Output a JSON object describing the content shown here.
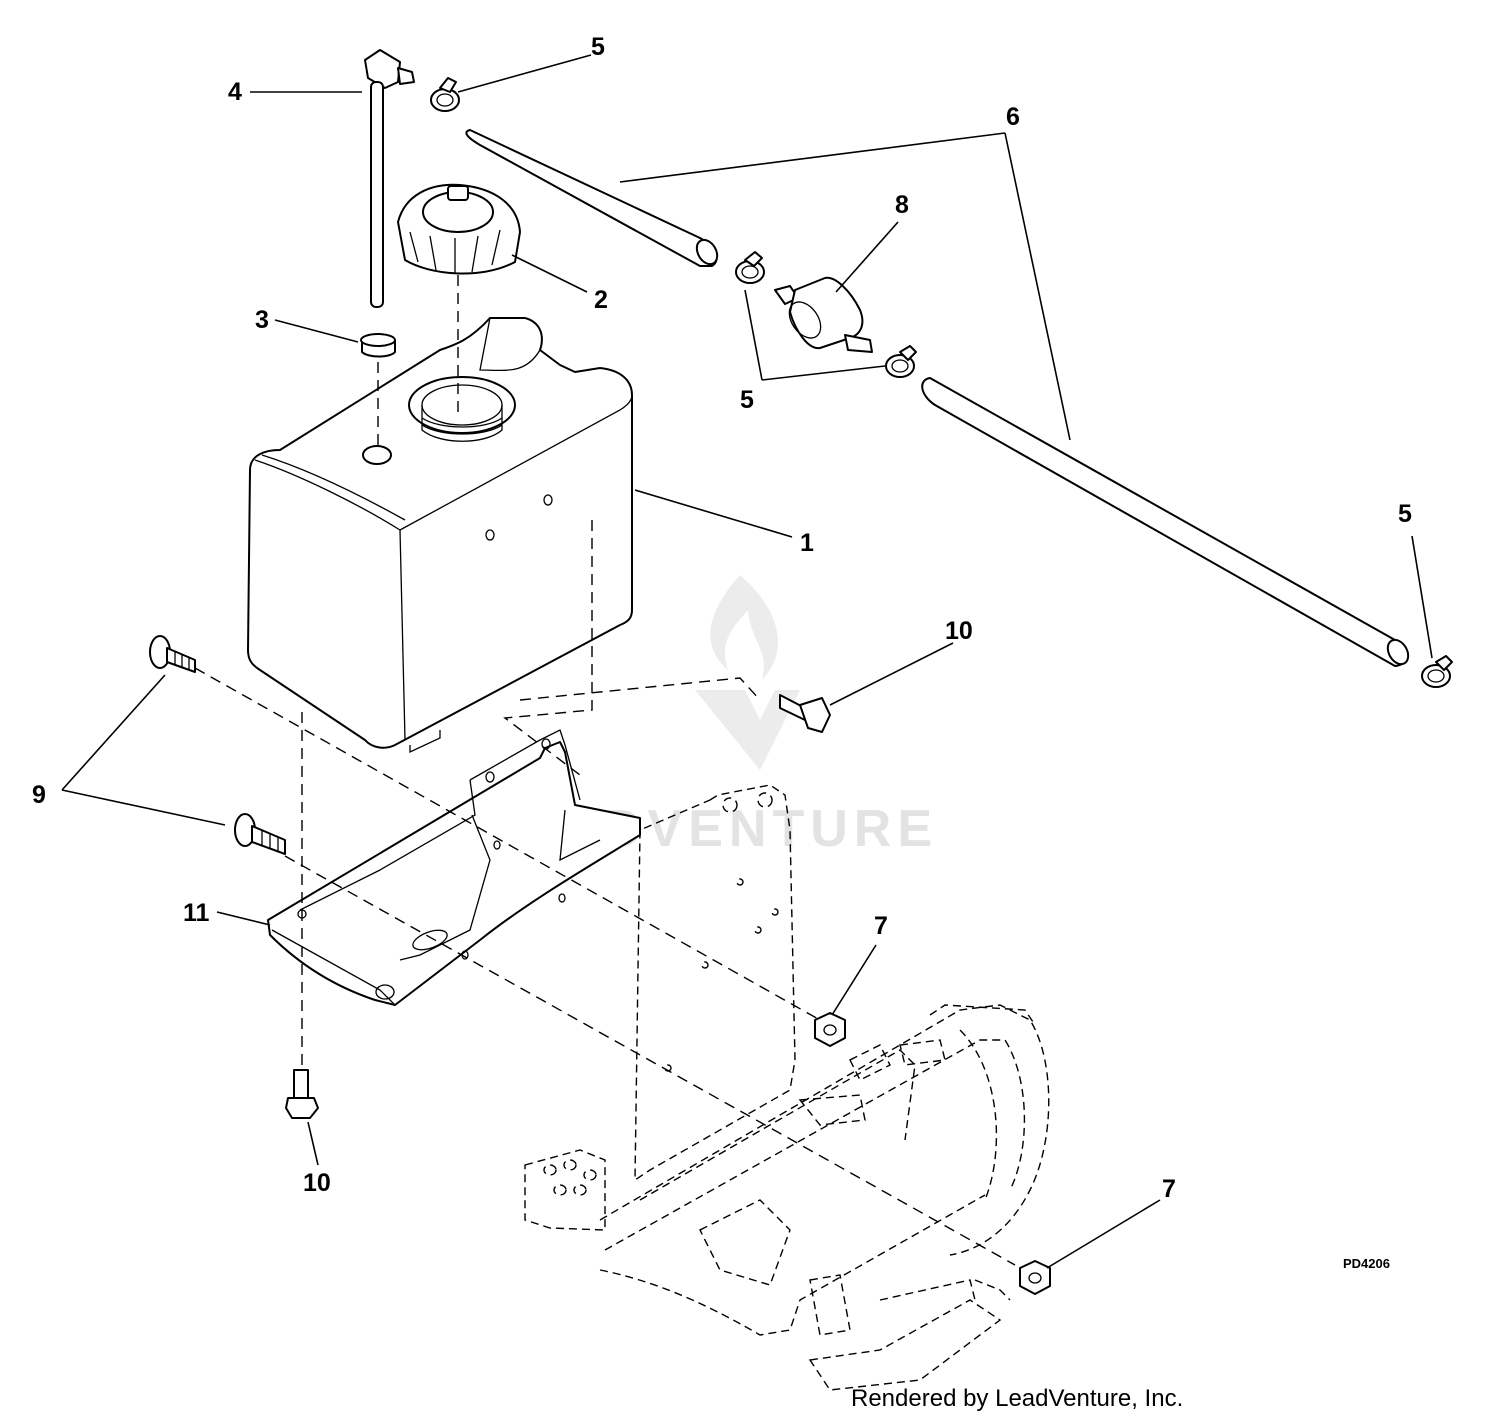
{
  "callouts": {
    "c1": "1",
    "c2": "2",
    "c3": "3",
    "c4": "4",
    "c5a": "5",
    "c5b": "5",
    "c5c": "5",
    "c6": "6",
    "c7a": "7",
    "c7b": "7",
    "c8": "8",
    "c9": "9",
    "c10a": "10",
    "c10b": "10",
    "c11": "11"
  },
  "drawing_code": "PD4206",
  "footer_text": "Rendered by LeadVenture, Inc.",
  "watermark_text": "LEADVENTURE"
}
